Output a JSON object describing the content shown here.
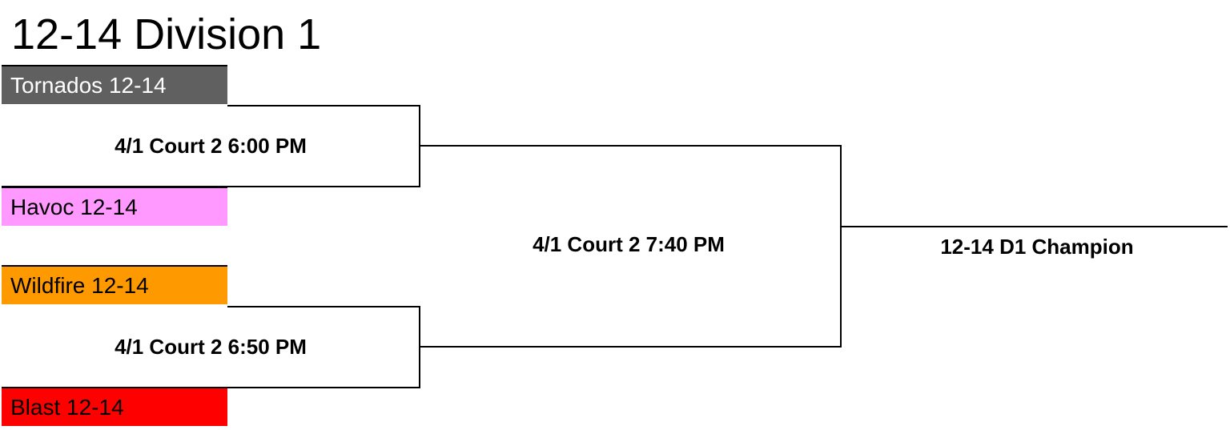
{
  "title": "12-14 Division 1",
  "teams": [
    {
      "name": "Tornados 12-14",
      "bg": "#606060",
      "fg": "#ffffff"
    },
    {
      "name": "Havoc 12-14",
      "bg": "#ff99ff",
      "fg": "#000000"
    },
    {
      "name": "Wildfire 12-14",
      "bg": "#ff9900",
      "fg": "#000000"
    },
    {
      "name": "Blast 12-14",
      "bg": "#ff0000",
      "fg": "#000000"
    }
  ],
  "games": {
    "semifinal_1": "4/1 Court 2 6:00 PM",
    "semifinal_2": "4/1 Court 2 6:50 PM",
    "final": "4/1 Court 2 7:40 PM"
  },
  "champion_label": "12-14 D1 Champion",
  "line_color": "#000000"
}
